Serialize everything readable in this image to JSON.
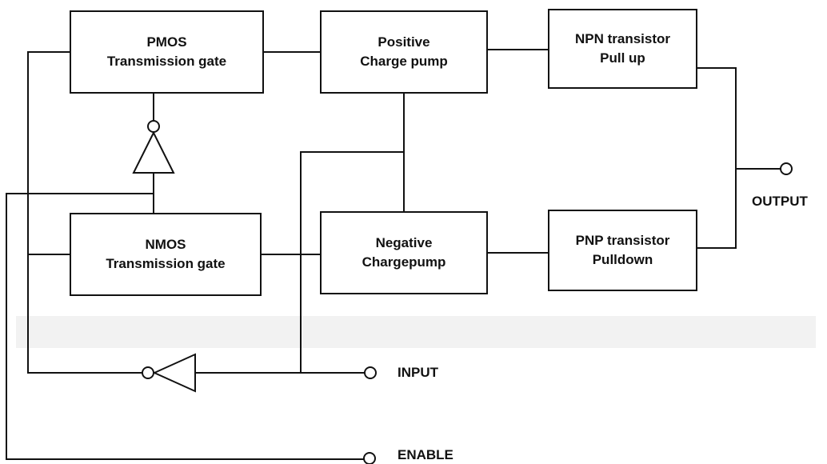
{
  "blocks": {
    "pmos_gate": {
      "line1": "PMOS",
      "line2": "Transmission gate"
    },
    "nmos_gate": {
      "line1": "NMOS",
      "line2": "Transmission gate"
    },
    "positive_pump": {
      "line1": "Positive",
      "line2": "Charge pump"
    },
    "negative_pump": {
      "line1": "Negative",
      "line2": "Chargepump"
    },
    "npn_pullup": {
      "line1": "NPN transistor",
      "line2": "Pull up"
    },
    "pnp_pulldown": {
      "line1": "PNP transistor",
      "line2": "Pulldown"
    }
  },
  "terminals": {
    "output": "OUTPUT",
    "input": "INPUT",
    "enable": "ENABLE"
  },
  "colors": {
    "line": "#111111",
    "background": "#ffffff",
    "watermark": "#f1f1f1"
  }
}
